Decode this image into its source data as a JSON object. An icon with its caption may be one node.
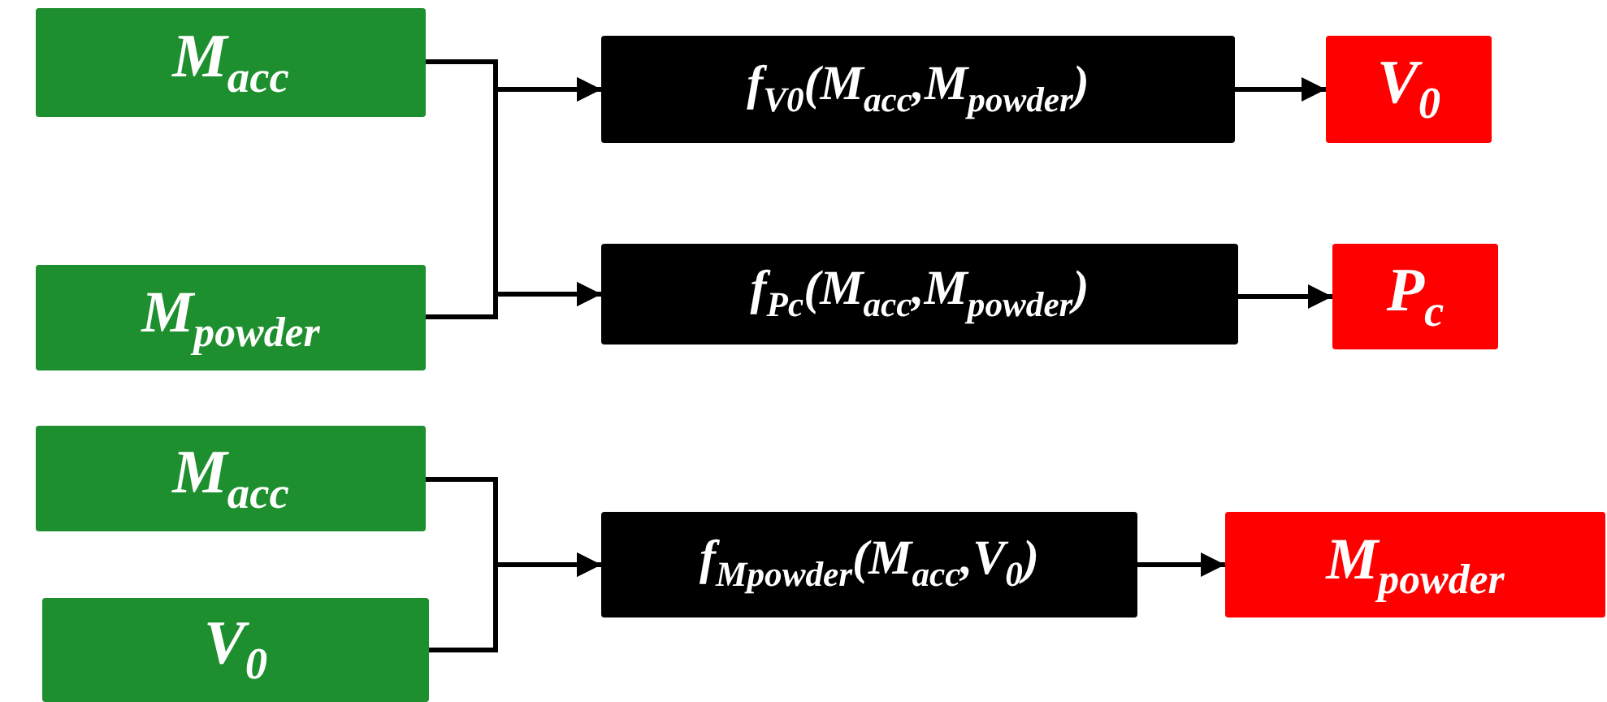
{
  "diagram": {
    "nodes": [
      {
        "text": [
          "M$_{acc}$"
        ]
      },
      {
        "text": [
          "M$_{powder}$"
        ]
      },
      {
        "text": [
          "f$_{V0}$(M$_{acc}$,M$_{powder}$)"
        ]
      },
      {
        "text": [
          "V$_{0}$"
        ]
      },
      {
        "text": [
          "f$_{Pc}$(M$_{acc}$,M$_{powder}$)"
        ]
      },
      {
        "text": [
          "P$_{c}$"
        ]
      },
      {
        "text": [
          "M$_{acc}$"
        ]
      },
      {
        "text": [
          "V$_{0}$"
        ]
      },
      {
        "text": [
          "f$_{Mpowder}$(M$_{acc}$,V$_{0}$)"
        ]
      },
      {
        "text": [
          "M$_{powder}$"
        ]
      }
    ],
    "edges": [
      {
        "from": 0,
        "to": 2,
        "arrow": "to"
      },
      {
        "from": 0,
        "to": 4,
        "arrow": "to"
      },
      {
        "from": 1,
        "to": 2,
        "arrow": "to"
      },
      {
        "from": 1,
        "to": 4,
        "arrow": "to"
      },
      {
        "from": 2,
        "to": 3,
        "arrow": "to"
      },
      {
        "from": 4,
        "to": 5,
        "arrow": "to"
      },
      {
        "from": 6,
        "to": 8,
        "arrow": "to"
      },
      {
        "from": 7,
        "to": 8,
        "arrow": "to"
      },
      {
        "from": 8,
        "to": 9,
        "arrow": "to"
      }
    ]
  }
}
